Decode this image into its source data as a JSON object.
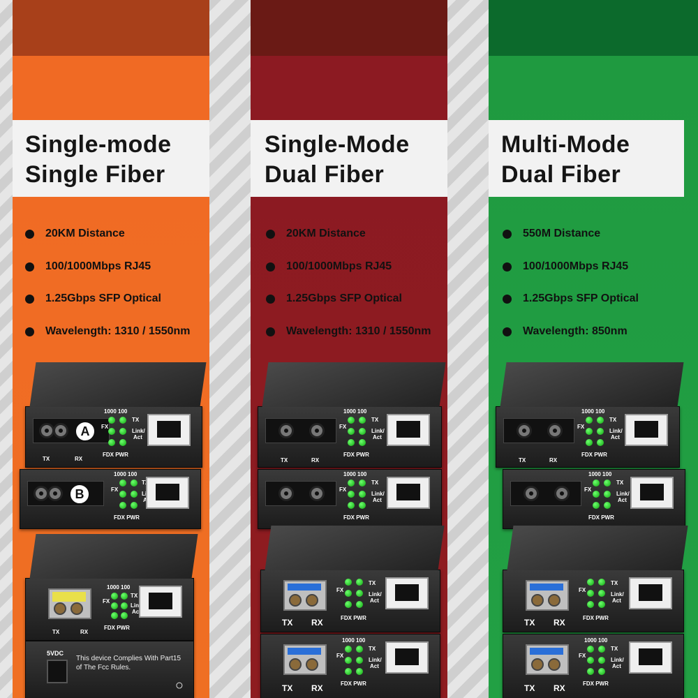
{
  "colors": {
    "orange": "#f06a24",
    "orange_cap": "#a8401a",
    "red": "#8c1a22",
    "red_cap": "#6a1a15",
    "green": "#1f9a40",
    "green_cap": "#0c6a2c"
  },
  "columns": [
    {
      "title_line1": "Single-mode",
      "title_line2": "Single Fiber",
      "features": [
        "20KM Distance",
        "100/1000Mbps RJ45",
        "1.25Gbps SFP Optical",
        "Wavelength: 1310 / 1550nm"
      ]
    },
    {
      "title_line1": "Single-Mode",
      "title_line2": "Dual Fiber",
      "features": [
        "20KM Distance",
        "100/1000Mbps RJ45",
        "1.25Gbps SFP Optical",
        "Wavelength: 1310 / 1550nm"
      ]
    },
    {
      "title_line1": "Multi-Mode",
      "title_line2": "Dual Fiber",
      "features": [
        "550M Distance",
        "100/1000Mbps RJ45",
        "1.25Gbps SFP Optical",
        "Wavelength: 850nm"
      ]
    }
  ],
  "device_labels": {
    "speed": "1000 100",
    "fx": "FX",
    "tx": "TX",
    "link": "Link/",
    "act": "Act",
    "fdx_pwr": "FDX PWR",
    "port_tx": "TX",
    "port_rx": "RX",
    "badge_a": "A",
    "badge_b": "B",
    "power": "5VDC",
    "fcc_line1": "This device Complies With Part15",
    "fcc_line2": "of The Fcc Rules."
  }
}
